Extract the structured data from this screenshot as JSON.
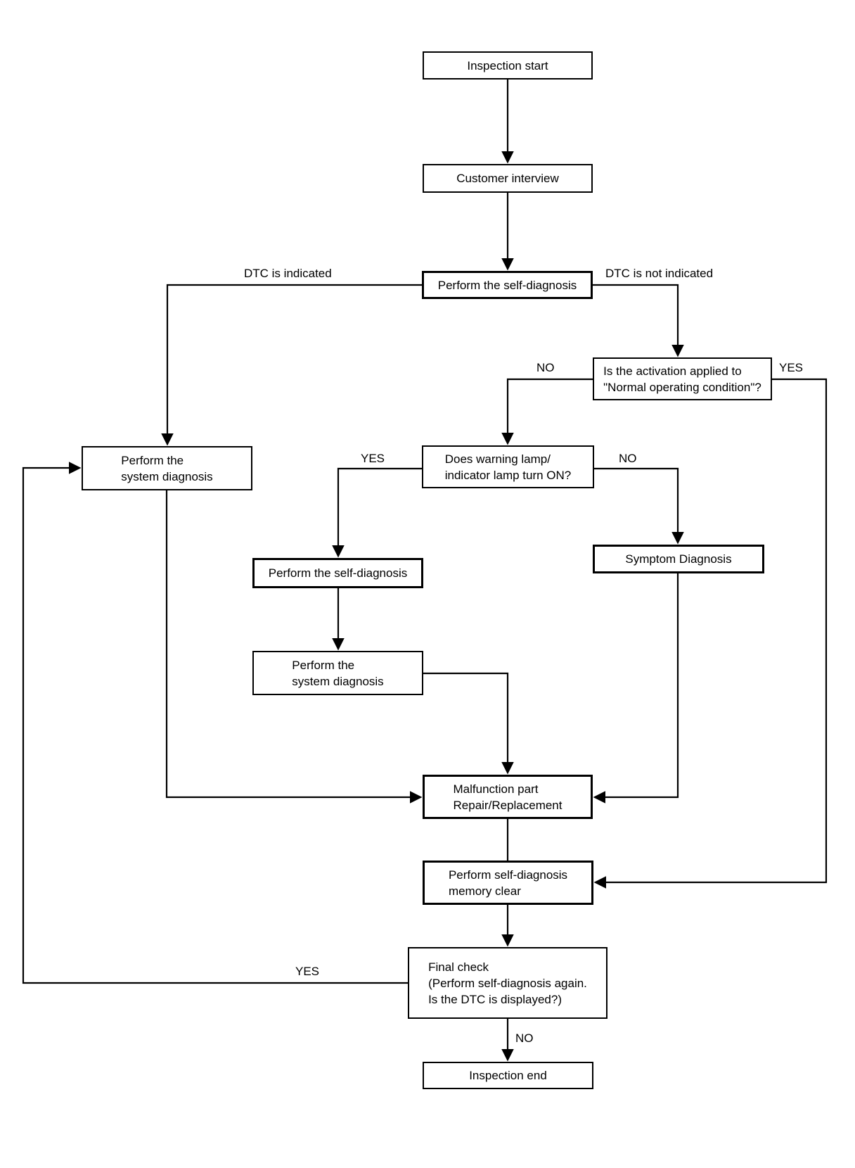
{
  "diagram": {
    "type": "flowchart",
    "nodes": {
      "inspection_start": {
        "label": "Inspection start"
      },
      "customer_interview": {
        "label": "Customer interview"
      },
      "perform_self_diagnosis": {
        "label": "Perform the self-diagnosis"
      },
      "activation_check": {
        "label": "Is the activation applied to\n\"Normal operating condition\"?"
      },
      "warning_lamp_check": {
        "label": "Does warning lamp/\nindicator lamp turn ON?"
      },
      "system_diagnosis_left": {
        "label": "Perform the\nsystem diagnosis"
      },
      "self_diagnosis_mid": {
        "label": "Perform the self-diagnosis"
      },
      "system_diagnosis_mid": {
        "label": "Perform the\nsystem diagnosis"
      },
      "symptom_diagnosis": {
        "label": "Symptom Diagnosis"
      },
      "malfunction_repair": {
        "label": "Malfunction part\nRepair/Replacement"
      },
      "memory_clear": {
        "label": "Perform self-diagnosis\nmemory clear"
      },
      "final_check": {
        "label": "Final check\n(Perform self-diagnosis again.\nIs the DTC is displayed?)"
      },
      "inspection_end": {
        "label": "Inspection end"
      }
    },
    "edge_labels": {
      "dtc_indicated": "DTC is indicated",
      "dtc_not_indicated": "DTC is not indicated",
      "activation_no": "NO",
      "activation_yes": "YES",
      "warning_yes": "YES",
      "warning_no": "NO",
      "final_check_yes": "YES",
      "final_check_no": "NO"
    },
    "colors": {
      "line": "#000000",
      "background": "#ffffff"
    }
  }
}
